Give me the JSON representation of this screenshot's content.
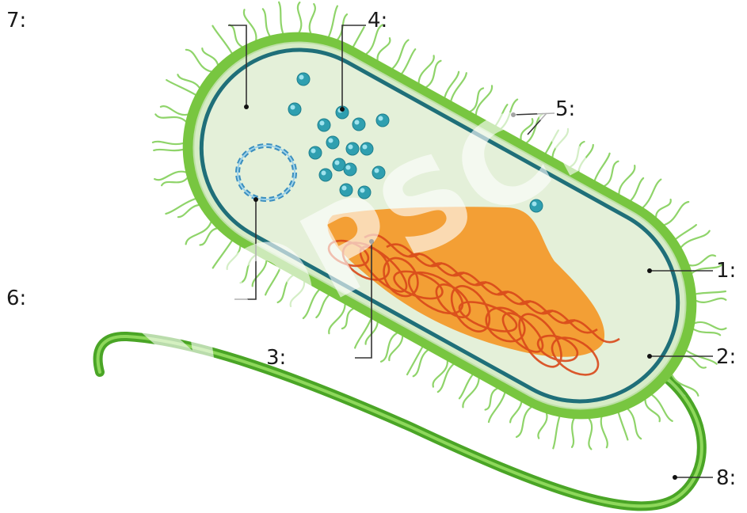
{
  "labels": {
    "l1": "1:",
    "l2": "2:",
    "l3": "3:",
    "l4": "4:",
    "l5": "5:",
    "l6": "6:",
    "l7": "7:",
    "l8": "8:"
  },
  "watermark": "VOPSCI",
  "colors": {
    "capsule": "#7ac943",
    "pili": "#8fd46a",
    "cytoplasm": "#e3efd7",
    "membrane": "#1f6f79",
    "ribosome": "#2f9fb0",
    "nucleoid": "#f39a2c",
    "dna_strand": "#e0561e",
    "flagellum": "#58b42e"
  }
}
